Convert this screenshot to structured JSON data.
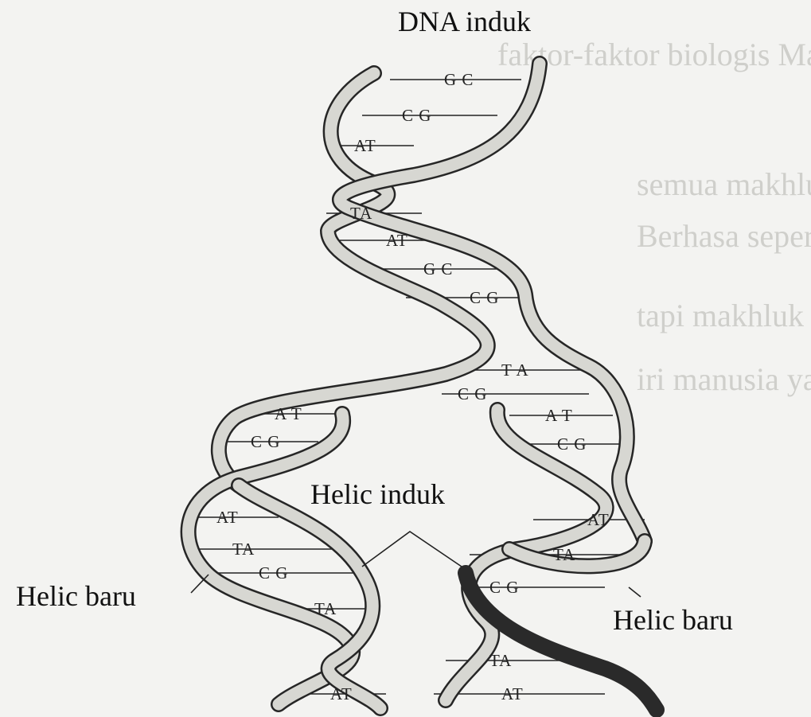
{
  "title": "DNA induk",
  "labels": {
    "parent_helix": "Helic induk",
    "new_helix_left": "Helic baru",
    "new_helix_right": "Helic baru"
  },
  "parent_pairs": [
    "G C",
    "C G",
    "AT",
    "TA",
    "AT",
    "G C",
    "C G"
  ],
  "fork_pairs": [
    "T A",
    "C G"
  ],
  "left_branch_pairs": [
    "A T",
    "C G",
    "AT",
    "TA",
    "C G",
    "TA",
    "AT"
  ],
  "right_branch_pairs": [
    "A T",
    "C G",
    "AT",
    "TA",
    "C G",
    "TA",
    "AT"
  ],
  "background_text": [
    "faktor-faktor biologis Manusia",
    "semua makhluk hidup terdiri dari sel se",
    "Berhasa seperti jamur bakteri, hang",
    "tapi makhluk hidup lainnya terdiri a",
    "iri manusia yang dibedakan ada s"
  ],
  "colors": {
    "strand": "#d7d7d2",
    "edge": "#262626",
    "text": "#111111"
  }
}
